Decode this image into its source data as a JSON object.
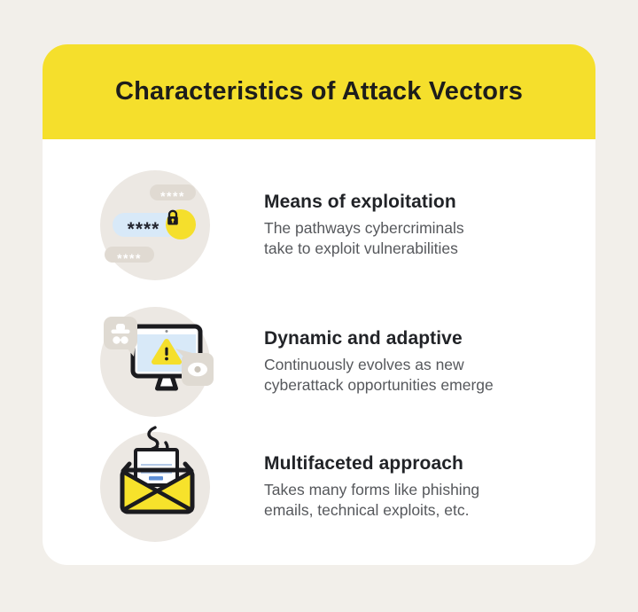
{
  "page": {
    "background_color": "#F2EFEA"
  },
  "card": {
    "background_color": "#FFFFFF"
  },
  "header": {
    "title": "Characteristics of Attack Vectors",
    "background_color": "#F5DF2C",
    "text_color": "#1D1D1B"
  },
  "sections": [
    {
      "icon": "password-lock-icon",
      "heading": "Means of exploitation",
      "body_lines": [
        "The pathways cybercriminals",
        "take to exploit vulnerabilities"
      ]
    },
    {
      "icon": "monitor-warning-icon",
      "heading": "Dynamic and adaptive",
      "body_lines": [
        "Continuously evolves as new",
        "cyberattack opportunities emerge"
      ]
    },
    {
      "icon": "phishing-email-icon",
      "heading": "Multifaceted approach",
      "body_lines": [
        "Takes many forms like phishing",
        "emails, technical exploits, etc."
      ]
    }
  ],
  "password_icon": {
    "masked_value": "****",
    "hint_value_top": "****",
    "hint_value_bottom": "****"
  },
  "colors": {
    "accent_yellow": "#F5DF2C",
    "icon_circle_bg": "#ECE8E3",
    "light_blue": "#D8E9F8",
    "warm_gray": "#E0DAD2",
    "outline_black": "#1B1B1F",
    "body_text": "#56585C",
    "heading_text": "#212327"
  }
}
